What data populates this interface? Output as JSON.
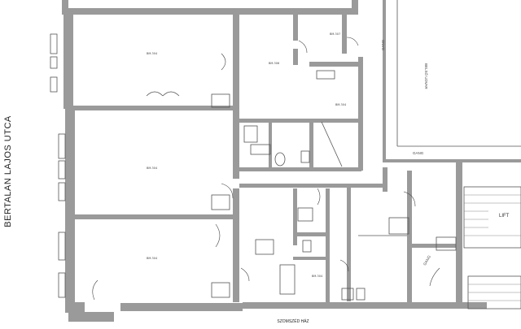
{
  "streets": {
    "left": "BERTALAN LAJOS UTCA",
    "bottom": "SZOMSZÉD HÁZ"
  },
  "labels": {
    "lift": "LIFT",
    "courtyard": "BELSŐ UDVAR",
    "gang_top": "GANG",
    "gang_mid": "GANG",
    "gang_low": "GANG"
  },
  "rooms": [
    {
      "label": "BM.304",
      "name": "room-label-top-left"
    },
    {
      "label": "BM.306",
      "name": "room-label-top-center"
    },
    {
      "label": "BM.307",
      "name": "room-label-top-right"
    },
    {
      "label": "BM.304",
      "name": "room-label-center-left"
    },
    {
      "label": "BM.304",
      "name": "room-label-bottom-left"
    },
    {
      "label": "BM.304",
      "name": "room-label-right-middle"
    },
    {
      "label": "BM.304",
      "name": "room-label-bottom-center"
    }
  ],
  "colors": {
    "wall": "#9a9a9a",
    "background": "#ffffff"
  }
}
